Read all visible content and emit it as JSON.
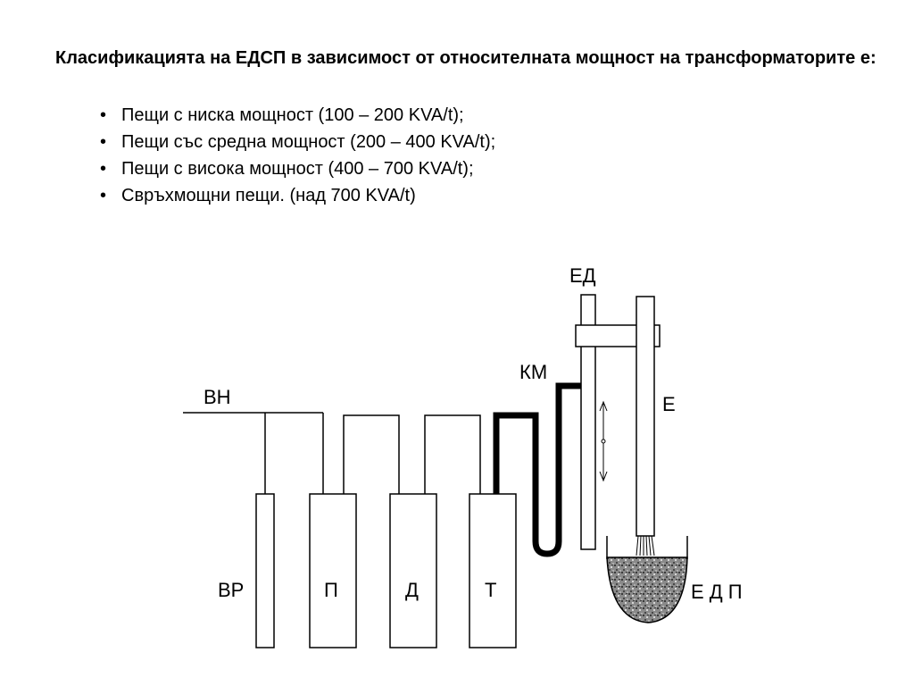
{
  "slide": {
    "heading": "Класификацията на ЕДСП в зависимост от относителната мощност на трансформаторите е:",
    "bullet_glyph": "•",
    "bullets": [
      "Пещи с ниска мощност (100 – 200 KVA/t);",
      "Пещи със средна мощност (200 – 400 KVA/t);",
      "Пещи с висока мощност (400 – 700 KVA/t);",
      "Свръхмощни пещи. (над 700 KVA/t)"
    ]
  },
  "diagram": {
    "labels": {
      "high_voltage": "ВН",
      "vr": "ВР",
      "p": "П",
      "d": "Д",
      "t": "Т",
      "km": "КМ",
      "ed": "ЕД",
      "e": "Е",
      "edp": "Е Д П"
    }
  }
}
